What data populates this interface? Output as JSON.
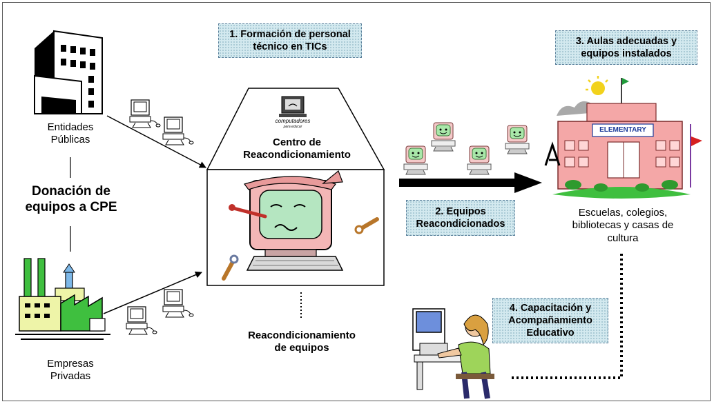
{
  "nodes": {
    "entidades_publicas": "Entidades\nPúblicas",
    "empresas_privadas": "Empresas\nPrivadas",
    "donacion": "Donación de\nequipos a CPE",
    "centro": "Centro de\nReacondicionamiento",
    "reacondicionamiento": "Reacondicionamiento\nde equipos",
    "escuelas": "Escuelas, colegios,\nbibliotecas y casas de\ncultura"
  },
  "boxes": {
    "formacion": "1. Formación de personal\ntécnico en TICs",
    "equipos": "2. Equipos\nReacondicionados",
    "aulas": "3. Aulas adecuadas y\nequipos instalados",
    "capacitacion": "4. Capacitación y\nAcompañamiento\nEducativo"
  },
  "logo": {
    "text": "computadores",
    "subtext": "para educar"
  },
  "school_sign": "ELEMENTARY"
}
